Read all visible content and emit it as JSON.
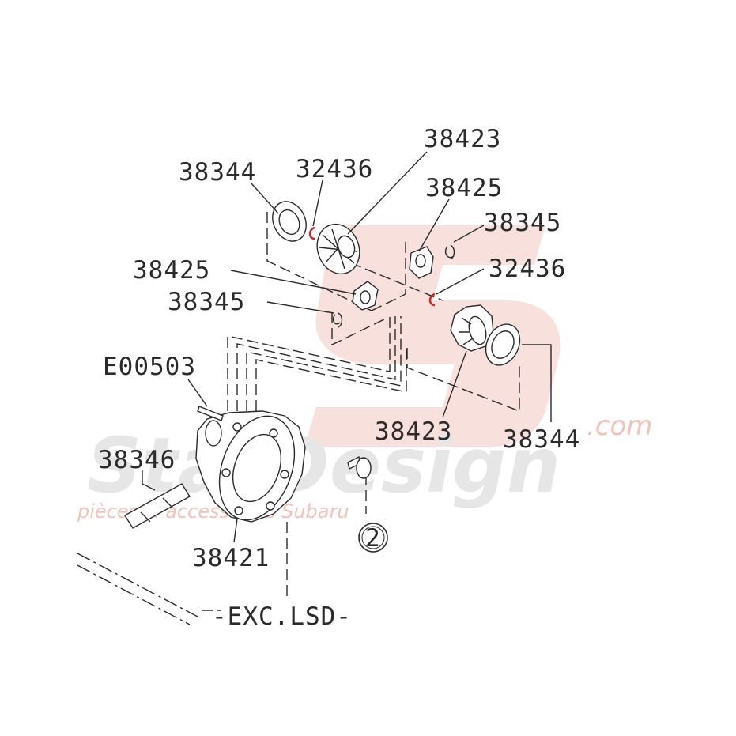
{
  "labels": {
    "p38423_top": "38423",
    "p38344_left": "38344",
    "p32436_left": "32436",
    "p38425_right": "38425",
    "p38345_right": "38345",
    "p38425_left": "38425",
    "p32436_right": "32436",
    "p38345_left": "38345",
    "pE00503": "E00503",
    "p38346": "38346",
    "p38423_bottom": "38423",
    "p38344_right": "38344",
    "p38421": "38421",
    "callout_ref": "2",
    "variant_note": "-EXC.LSD-"
  },
  "watermark": {
    "brand": "StarDesign",
    "tld": ".com",
    "tagline": "pièces & accessoires Subaru"
  },
  "colors": {
    "line": "#2a2a2a",
    "clip_highlight": "#d42020",
    "watermark_red": "#f3c9bf",
    "watermark_grey": "#e6e6e6"
  }
}
